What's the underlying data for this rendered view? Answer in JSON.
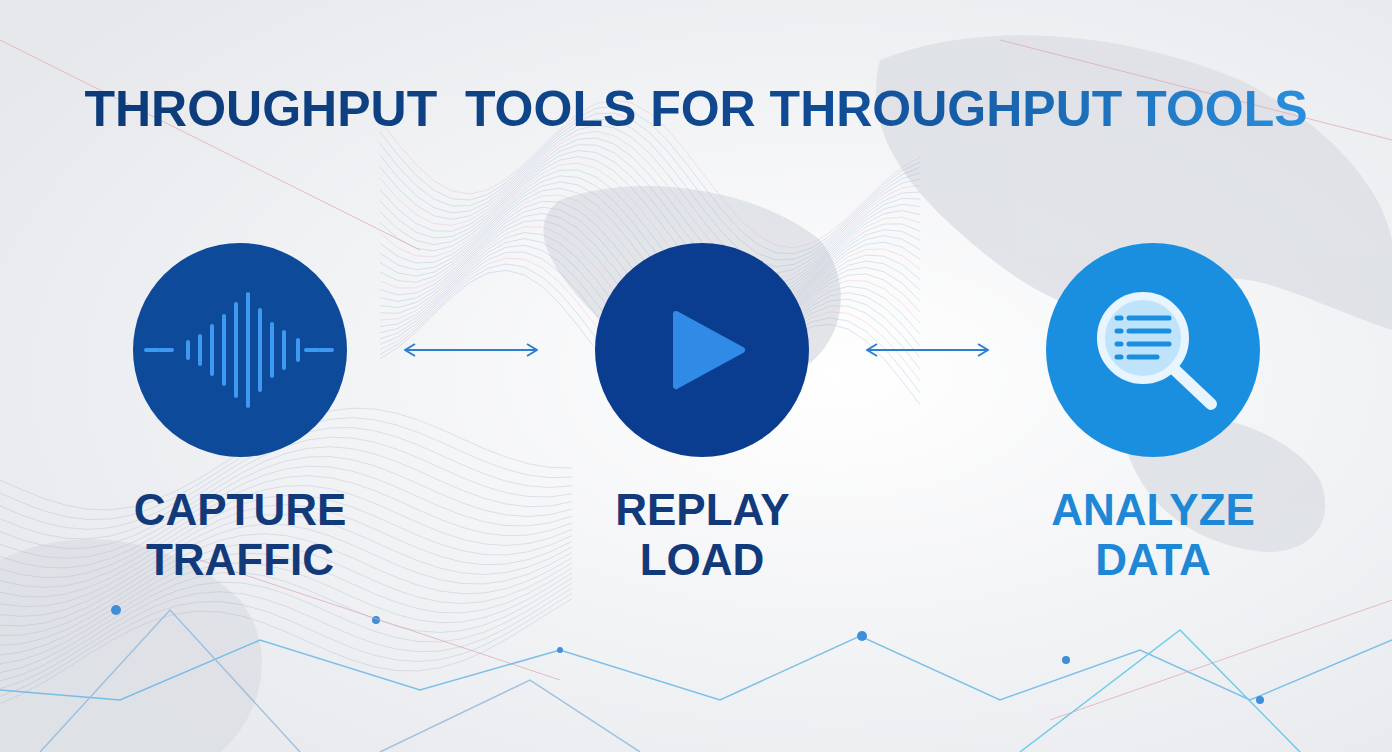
{
  "diagram": {
    "title": "THROUGHPUT  TOOLS FOR THROUGHPUT TOOLS",
    "nodes": [
      {
        "text": [
          "CAPTURE TRAFFIC"
        ]
      },
      {
        "text": [
          "REPLAY LOAD"
        ]
      },
      {
        "text": [
          "ANALYZE DATA"
        ]
      }
    ],
    "edges": [
      {
        "from": 0,
        "to": 1,
        "arrow": "both"
      },
      {
        "from": 1,
        "to": 2,
        "arrow": "both"
      }
    ]
  }
}
